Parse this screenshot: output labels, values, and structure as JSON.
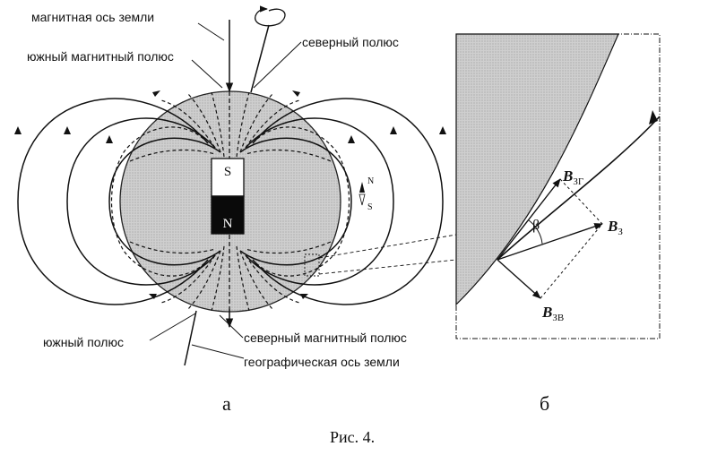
{
  "labels": {
    "magnetic_axis": "магнитная ось земли",
    "south_magnetic_pole": "южный магнитный полюс",
    "north_pole": "северный полюс",
    "north_magnetic_pole": "северный магнитный полюс",
    "south_pole": "южный полюс",
    "geographic_axis": "географическая ось земли"
  },
  "magnet": {
    "top": "S",
    "bottom": "N"
  },
  "compass": {
    "north": "N",
    "south": "S"
  },
  "vectors": {
    "b_horizontal": "B",
    "b_horizontal_sub": "ЗГ",
    "b_total": "B",
    "b_total_sub": "З",
    "b_vertical": "B",
    "b_vertical_sub": "ЗВ",
    "angle": "β"
  },
  "panels": {
    "a": "а",
    "b": "б"
  },
  "caption": "Рис. 4.",
  "colors": {
    "earth_fill": "#c9c9c9",
    "line": "#111111"
  }
}
